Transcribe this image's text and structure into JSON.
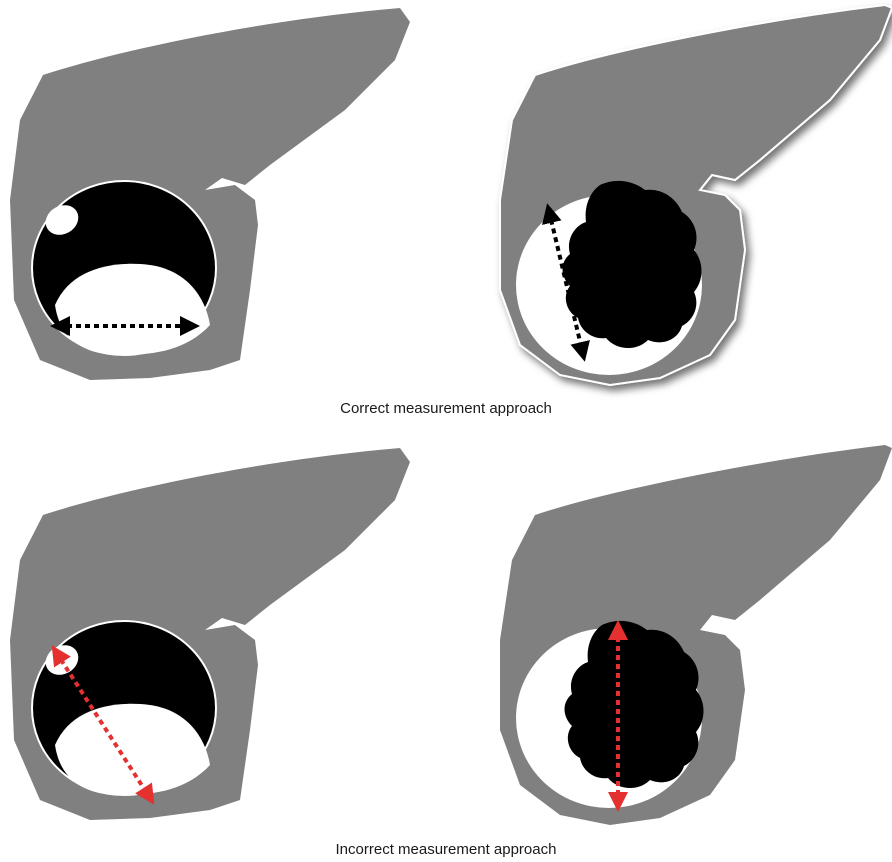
{
  "captions": {
    "correct": "Correct measurement approach",
    "incorrect": "Incorrect measurement approach"
  },
  "colors": {
    "organ": "#808080",
    "lesion": "#000000",
    "background": "#ffffff",
    "correct_arrow": "#000000",
    "incorrect_arrow": "#e53030"
  },
  "panels": [
    {
      "row": "correct",
      "lesion": "cystic-solid",
      "measurement": "correct"
    },
    {
      "row": "correct",
      "lesion": "solid-lobulated",
      "measurement": "correct"
    },
    {
      "row": "incorrect",
      "lesion": "cystic-solid",
      "measurement": "incorrect"
    },
    {
      "row": "incorrect",
      "lesion": "solid-lobulated",
      "measurement": "incorrect"
    }
  ]
}
